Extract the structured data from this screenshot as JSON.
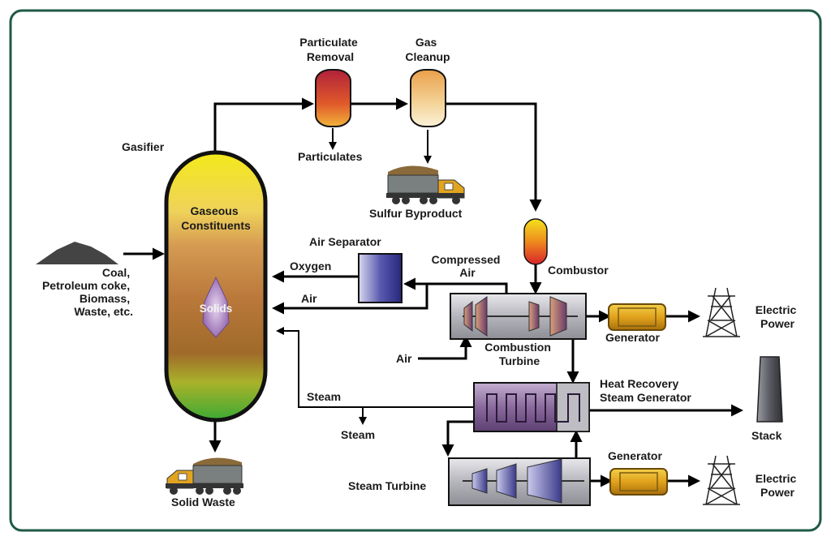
{
  "labels": {
    "particulate_removal": [
      "Particulate",
      "Removal"
    ],
    "gas_cleanup": [
      "Gas",
      "Cleanup"
    ],
    "gasifier": "Gasifier",
    "particulates": "Particulates",
    "sulfur_byproduct": "Sulfur Byproduct",
    "gaseous_constituents": [
      "Gaseous",
      "Constituents"
    ],
    "solids": "Solids",
    "feed": [
      "Coal,",
      "Petroleum coke,",
      "Biomass,",
      "Waste, etc."
    ],
    "air_separator": "Air Separator",
    "oxygen": "Oxygen",
    "air_to_gasifier": "Air",
    "compressed_air": [
      "Compressed",
      "Air"
    ],
    "combustor": "Combustor",
    "combustion_turbine": [
      "Combustion",
      "Turbine"
    ],
    "air_inlet": "Air",
    "generator_top": "Generator",
    "electric_power_top": [
      "Electric",
      "Power"
    ],
    "hrsg": [
      "Heat Recovery",
      "Steam Generator"
    ],
    "steam_return": "Steam",
    "steam_out": "Steam",
    "stack": "Stack",
    "steam_turbine": "Steam Turbine",
    "generator_bottom": "Generator",
    "electric_power_bottom": [
      "Electric",
      "Power"
    ],
    "solid_waste": "Solid Waste"
  },
  "colors": {
    "frame": "#1f5a45",
    "gasifier_top": "#f0e21c",
    "gasifier_mid": "#c07a3a",
    "gasifier_bottom": "#3aa336",
    "air_separator": "#3a3a9a",
    "turbine_box": "#b7b7bd",
    "hrsg_box": "#7d5a8f",
    "generator": "#e0a420",
    "truck_cab": "#e2a420",
    "truck_bed": "#7a8080",
    "stack": "#6b6b72",
    "pile": "#444444"
  }
}
